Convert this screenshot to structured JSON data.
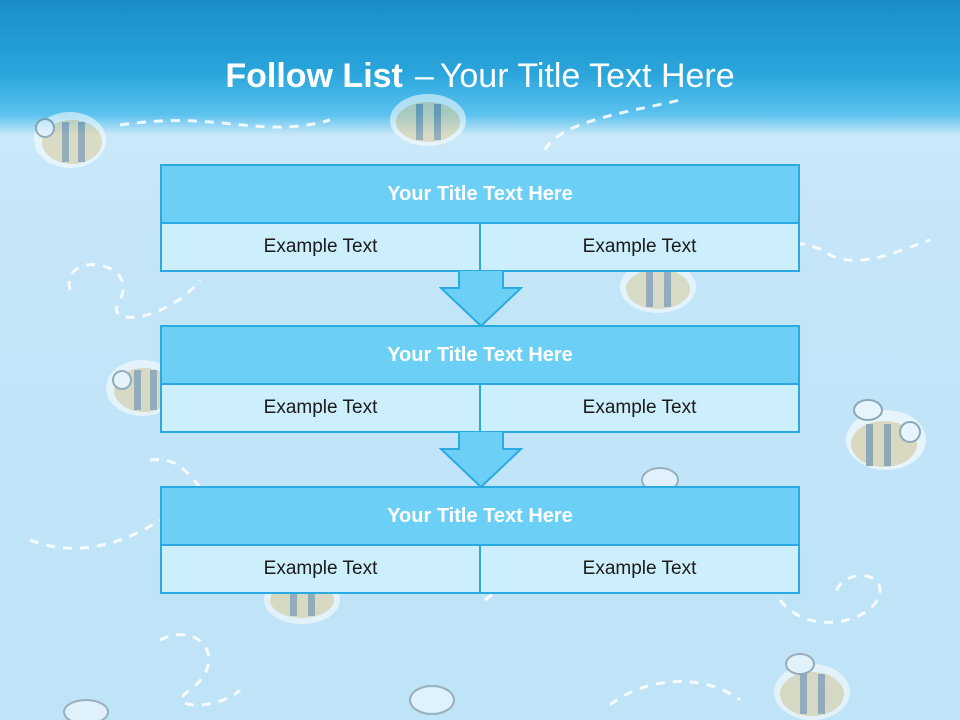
{
  "title": {
    "bold": "Follow List",
    "separator": "–",
    "rest": "Your Title Text Here"
  },
  "steps": [
    {
      "heading": "Your Title Text Here",
      "left": "Example Text",
      "right": "Example Text"
    },
    {
      "heading": "Your Title Text Here",
      "left": "Example Text",
      "right": "Example Text"
    },
    {
      "heading": "Your Title Text Here",
      "left": "Example Text",
      "right": "Example Text"
    }
  ],
  "colors": {
    "header": "#1a8dc8",
    "block_border": "#29abe2",
    "block_head": "#6ccff5",
    "block_row": "#cdeefb",
    "arrow": "#6ccff5"
  },
  "icons": {
    "connector": "down-arrow-icon",
    "decor": "bee-icon"
  }
}
